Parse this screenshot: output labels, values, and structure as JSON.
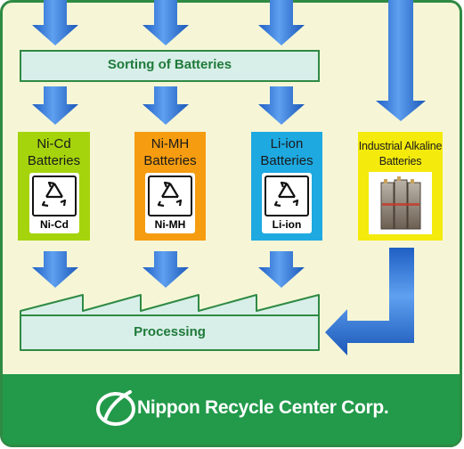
{
  "top_bar": {
    "label": "Sorting of Batteries"
  },
  "categories": [
    {
      "label_line1": "Ni-Cd",
      "label_line2": "Batteries",
      "badge": "Ni-Cd",
      "color": "#a5d40d",
      "icon": "recycle-icon"
    },
    {
      "label_line1": "Ni-MH",
      "label_line2": "Batteries",
      "badge": "Ni-MH",
      "color": "#f59c10",
      "icon": "recycle-icon"
    },
    {
      "label_line1": "Li-ion",
      "label_line2": "Batteries",
      "badge": "Li-ion",
      "color": "#1ea9e1",
      "icon": "recycle-icon"
    }
  ],
  "industrial": {
    "label_line1": "Industrial Alkaline",
    "label_line2": "Batteries",
    "color": "#f4ea0c",
    "icon": "battery-photo"
  },
  "processing": {
    "label": "Processing"
  },
  "footer": {
    "company": "Nippon Recycle Center Corp.",
    "logo": "nippon-logo-icon",
    "color": "#229a4a"
  },
  "colors": {
    "background": "#f6f6d7",
    "border": "#2f8a43",
    "bar_fill": "#d8efe9",
    "arrow": "#2a6fd0"
  }
}
